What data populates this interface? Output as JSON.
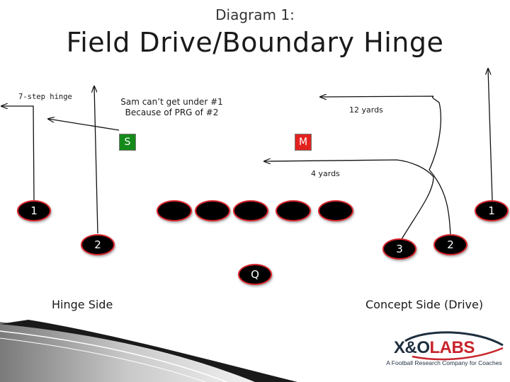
{
  "subtitle": "Diagram 1:",
  "title": "Field Drive/Boundary Hinge",
  "notes": {
    "hinge": "7-step hinge",
    "sam_line1": "Sam can’t get under #1",
    "sam_line2": "Because of PRG of #2",
    "twelve_yards": "12 yards",
    "four_yards": "4 yards"
  },
  "defenders": [
    {
      "label": "S",
      "color": "#138a1a"
    },
    {
      "label": "M",
      "color": "#e3221f"
    }
  ],
  "receivers": {
    "left_1": "1",
    "left_2": "2",
    "right_1": "1",
    "right_2": "2",
    "right_3": "3",
    "qb": "Q"
  },
  "side_labels": {
    "left": "Hinge Side",
    "right": "Concept Side (Drive)"
  },
  "logo": {
    "name_part1": "X&O",
    "name_part2": "LABS",
    "tagline": "A Football Research Company for Coaches"
  }
}
